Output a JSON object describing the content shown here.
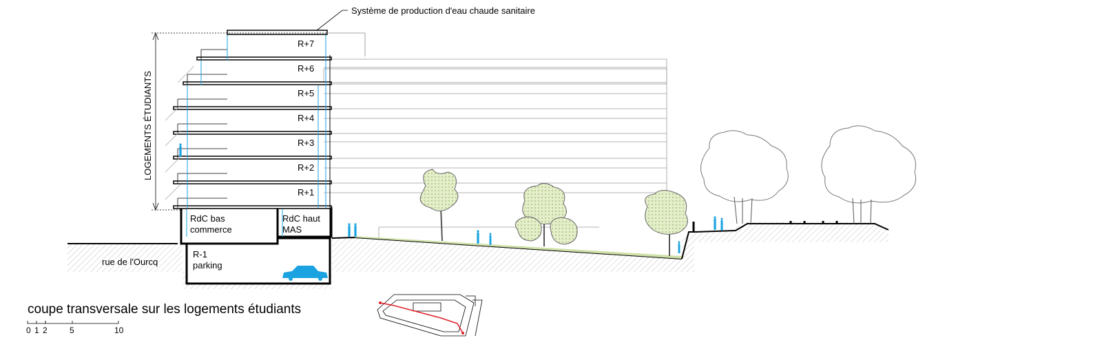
{
  "annotation": "Système de production d'eau chaude sanitaire",
  "vertical_label": "LOGEMENTS ÉTUDIANTS",
  "floors": [
    "R+7",
    "R+6",
    "R+5",
    "R+4",
    "R+3",
    "R+2",
    "R+1"
  ],
  "ground": {
    "low": [
      "RdC bas",
      "commerce"
    ],
    "high": [
      "RdC haut",
      "MAS"
    ],
    "basement": [
      "R-1",
      "parking"
    ]
  },
  "street": "rue de l'Ourcq",
  "title": "coupe transversale sur les logements étudiants",
  "scale": [
    "0",
    "1",
    "2",
    "5",
    "10"
  ],
  "colors": {
    "people": "#1aa3e0",
    "ink": "#000000",
    "greenery": "#cfe0a8",
    "keyplan_line": "#e0202a"
  }
}
